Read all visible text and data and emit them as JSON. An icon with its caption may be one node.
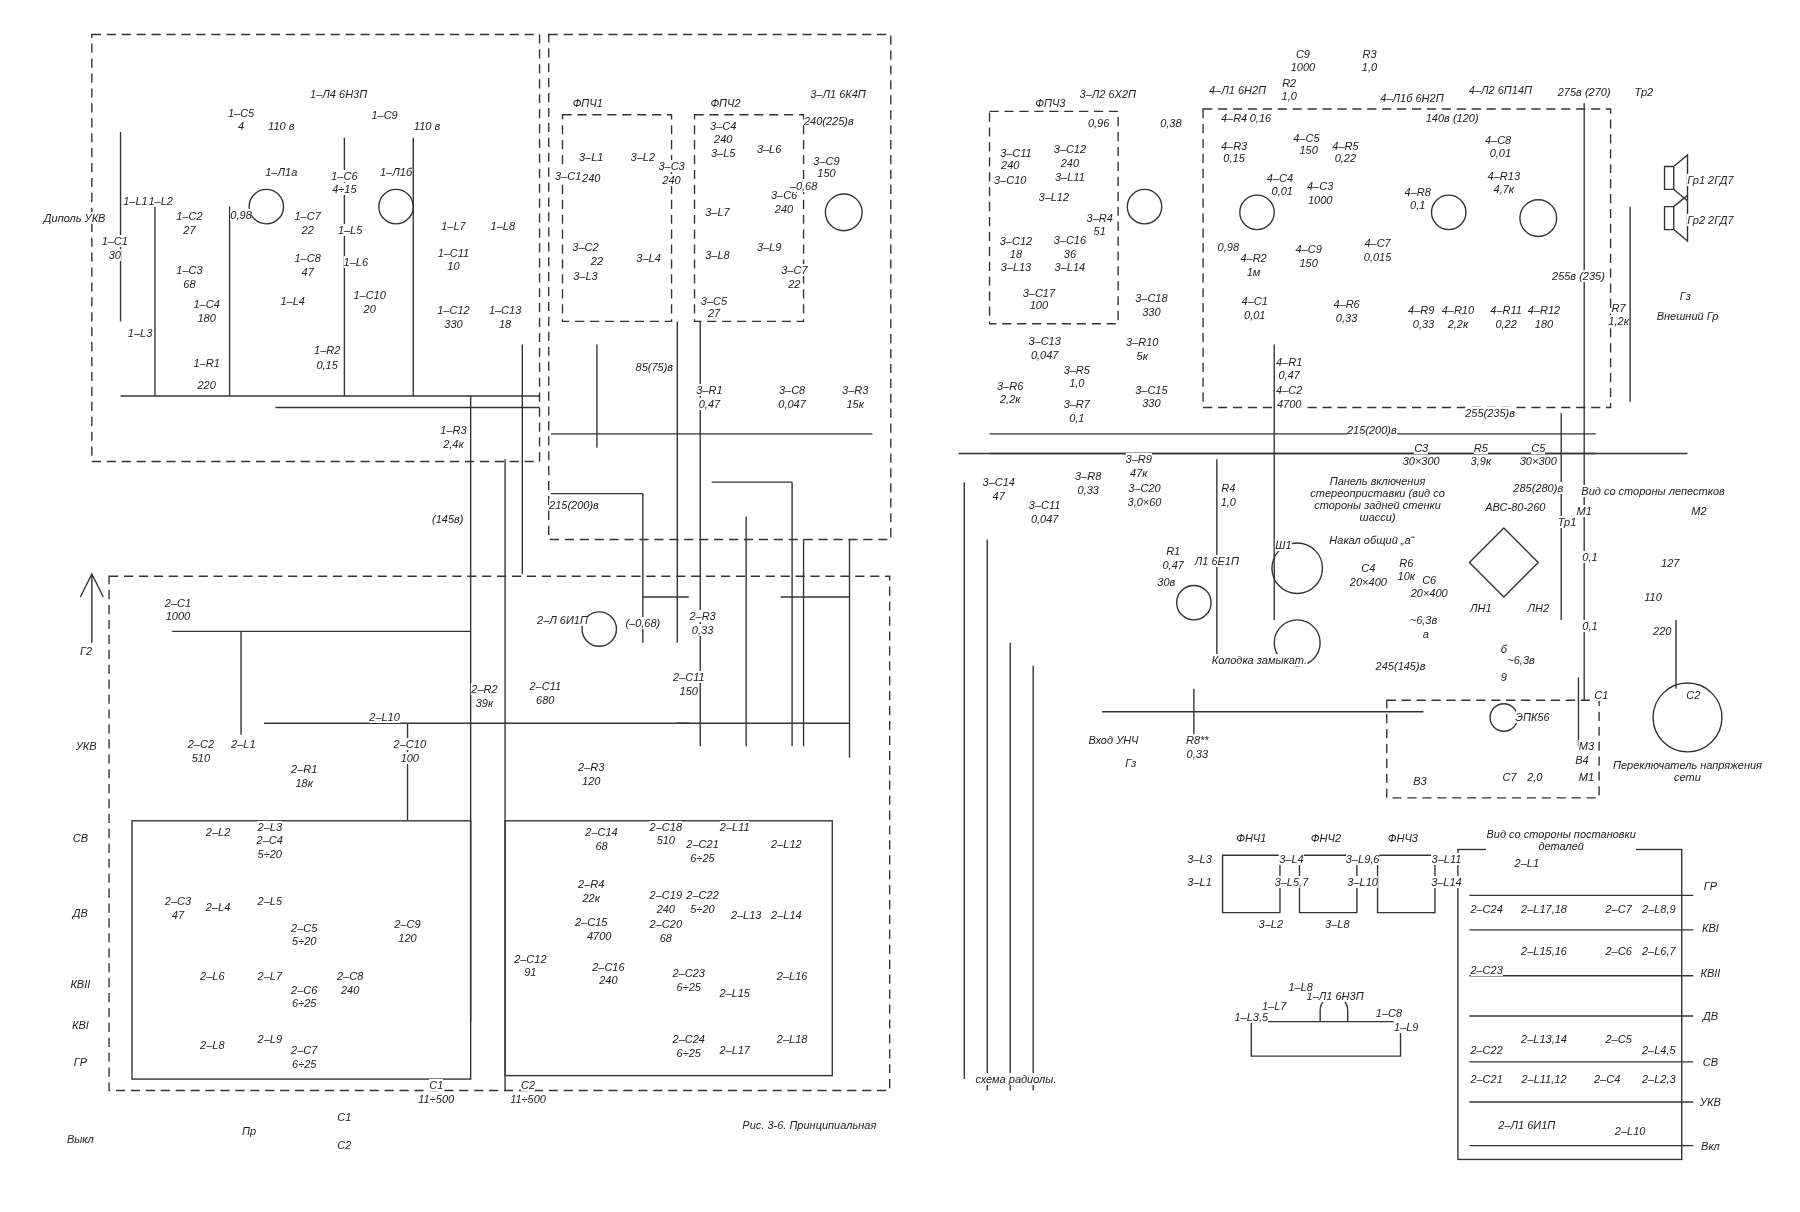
{
  "diagram": {
    "labels": [
      "Диполь УКВ",
      "1–L1",
      "1–C1",
      "30",
      "1–L3",
      "1–L2",
      "1–C2",
      "27",
      "1–C3",
      "68",
      "1–C4",
      "180",
      "1–R1",
      "220",
      "1–C5",
      "4",
      "110 в",
      "1–Л1а",
      "0,98",
      "1–C7",
      "22",
      "1–C6",
      "4÷15",
      "1–L5",
      "1–C8",
      "47",
      "1–L4",
      "1–L6",
      "1–C10",
      "20",
      "1–R2",
      "0,15",
      "1–C9",
      "110 в",
      "1–Л1б",
      "1–L7",
      "1–L8",
      "1–C11",
      "10",
      "1–C12",
      "330",
      "1–C13",
      "18",
      "1–R3",
      "2,4к",
      "(145в)",
      "1–Л4 6Н3П",
      "ФПЧ1",
      "ФПЧ2",
      "3–Л1 6К4П",
      "240(225)в",
      "3–L1",
      "3–C1",
      "240",
      "3–L2",
      "3–C3",
      "240",
      "3–C4",
      "240",
      "3–L5",
      "3–L6",
      "3–C6",
      "240",
      "3–C9",
      "150",
      "–0,68",
      "3–L7",
      "3–C2",
      "22",
      "3–L3",
      "3–L4",
      "3–L8",
      "3–L9",
      "3–C7",
      "22",
      "3–C5",
      "27",
      "85(75)в",
      "3–R1",
      "0,47",
      "3–C8",
      "0,047",
      "3–R3",
      "15к",
      "2–C1",
      "1000",
      "Г2",
      "УКВ",
      "2–C2",
      "510",
      "2–L1",
      "2–R1",
      "18к",
      "2–L10",
      "2–C10",
      "100",
      "СВ",
      "ДВ",
      "КВII",
      "КВI",
      "ГР",
      "Выкл",
      "2–L2",
      "2–L3",
      "2–C4",
      "5÷20",
      "2–C3",
      "47",
      "2–L4",
      "2–L5",
      "2–C5",
      "5÷20",
      "2–C9",
      "120",
      "2–C8",
      "240",
      "2–L6",
      "2–L7",
      "2–C6",
      "6÷25",
      "2–L8",
      "2–L9",
      "2–C7",
      "6÷25",
      "C1",
      "11÷500",
      "C2",
      "11÷500",
      "Пр",
      "C1",
      "C2",
      "2–Л 6И1П",
      "(–0,68)",
      "2–R3",
      "0,33",
      "2–R2",
      "39к",
      "2–C11",
      "680",
      "2–C11",
      "150",
      "2–R3",
      "120",
      "2–L11",
      "2–L12",
      "2–C18",
      "510",
      "2–C21",
      "6÷25",
      "2–C14",
      "68",
      "2–R4",
      "22к",
      "2–C19",
      "240",
      "2–C22",
      "5÷20",
      "2–L13",
      "2–L14",
      "2–C15",
      "4700",
      "2–C20",
      "68",
      "2–C12",
      "91",
      "2–C16",
      "240",
      "2–C23",
      "6÷25",
      "2–L15",
      "2–L16",
      "2–C24",
      "6÷25",
      "2–L17",
      "2–L18",
      "215(200)в",
      "Рис. 3-6. Принципиальная",
      "ФПЧ3",
      "3–Л2 6Х2П",
      "3–C11",
      "240",
      "3–C10",
      "3–C12",
      "240",
      "3–L11",
      "3–L12",
      "3–R4",
      "51",
      "3–C12",
      "18",
      "3–L13",
      "3–C16",
      "36",
      "3–L14",
      "3–C17",
      "100",
      "3–C18",
      "330",
      "3–R10",
      "5к",
      "3–C15",
      "330",
      "3–C13",
      "0,047",
      "3–R5",
      "1,0",
      "3–R7",
      "0,1",
      "3–R6",
      "2,2к",
      "3–C14",
      "47",
      "3–C11",
      "0,047",
      "3–R8",
      "0,33",
      "3–R9",
      "47к",
      "3–C20",
      "3,0×60",
      "0,96",
      "0,38",
      "4–Л1 6Н2П",
      "C9",
      "1000",
      "R2",
      "1,0",
      "R3",
      "1,0",
      "4–R4",
      "0,16",
      "4–R3",
      "0,15",
      "4–C5",
      "150",
      "4–R5",
      "0,22",
      "4–C4",
      "0,01",
      "4–C3",
      "1000",
      "4–C9",
      "150",
      "0,98",
      "4–R2",
      "1м",
      "4–C1",
      "0,01",
      "4–R1",
      "0,47",
      "4–C2",
      "4700",
      "R4",
      "1,0",
      "4–C7",
      "0,015",
      "4–R6",
      "0,33",
      "4–Л1б 6Н2П",
      "4–R8",
      "0,1",
      "140в (120)",
      "4–Л2 6П14П",
      "4–C8",
      "0,01",
      "4–R13",
      "4,7к",
      "275в (270)",
      "Тр2",
      "Гр1 2ГД7",
      "Гр2 2ГД7",
      "Гз",
      "Внешний Гр",
      "4–R9",
      "0,33",
      "4–R10",
      "2,2к",
      "4–R11",
      "0,22",
      "4–R12",
      "180",
      "255в (235)",
      "R7",
      "1,2к",
      "255(235)в",
      "215(200)в",
      "C3",
      "30×300",
      "R5",
      "3,9к",
      "C5",
      "30×300",
      "285(280)в",
      "Панель включения стереоприставки (вид со стороны задней стенки шасси)",
      "Ш1",
      "Накал общий „а“",
      "Колодка замыкат.",
      "R1",
      "0,47",
      "Л1 6Е1П",
      "30в",
      "C4",
      "20×400",
      "R6",
      "10к",
      "C6",
      "20×400",
      "АВС-80-260",
      "Тр1",
      "ЛН1",
      "ЛН2",
      "~6,3в",
      "а",
      "~6,3в",
      "б",
      "9",
      "245(145)в",
      "Вид со стороны лепестков",
      "М1",
      "М2",
      "0,1",
      "127",
      "110",
      "0,1",
      "220",
      "C1",
      "C2",
      "Переключатель напряжения сети",
      "Вход УНЧ",
      "Гз",
      "R8**",
      "0,33",
      "ЭПК56",
      "В3",
      "В4",
      "М3",
      "C7",
      "2,0",
      "М1",
      "ФНЧ1",
      "ФНЧ2",
      "ФНЧ3",
      "3–L3",
      "3–L1",
      "3–L2",
      "3–L4",
      "3–L5,7",
      "3–L8",
      "3–L9,6",
      "3–L10",
      "3–L11",
      "3–L14",
      "1–Л1 6Н3П",
      "1–L8",
      "1–C8",
      "1–L7",
      "1–L3,5",
      "1–L9",
      "схема радиолы.",
      "Вид со стороны постановки деталей",
      "ГР",
      "КВI",
      "КВII",
      "ДВ",
      "СВ",
      "УКВ",
      "Вкл",
      "2–L1",
      "2–C24",
      "2–L17,18",
      "2–C7",
      "2–L8,9",
      "2–C23",
      "2–L15,16",
      "2–C6",
      "2–L6,7",
      "2–C22",
      "2–L13,14",
      "2–C5",
      "2–L4,5",
      "2–C21",
      "2–L11,12",
      "2–C4",
      "2–L2,3",
      "2–Л1 6И1П",
      "2–L10"
    ]
  }
}
